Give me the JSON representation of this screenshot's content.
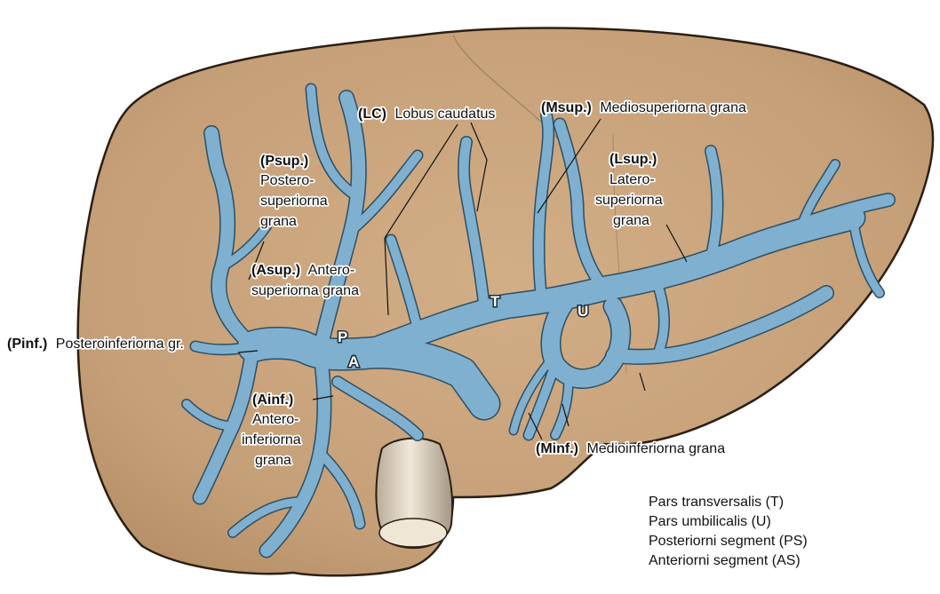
{
  "labels": {
    "lc": {
      "abbr": "(LC)",
      "text": "Lobus caudatus"
    },
    "msup": {
      "abbr": "(Msup.)",
      "text": "Mediosuperiorna grana"
    },
    "psup": {
      "abbr": "(Psup.)",
      "lines": [
        "Postero-",
        "superiorna",
        "grana"
      ]
    },
    "lsup": {
      "abbr": "(Lsup.)",
      "lines": [
        "Latero-",
        "superiorna",
        "grana"
      ]
    },
    "asup": {
      "abbr": "(Asup.)",
      "text": "Antero-",
      "line2": "superiorna grana"
    },
    "pinf": {
      "abbr": "(Pinf.)",
      "text": "Posteroinferiorna gr."
    },
    "ainf": {
      "abbr": "(Ainf.)",
      "lines": [
        "Antero-",
        "inferiorna",
        "grana"
      ]
    },
    "minf": {
      "abbr": "(Minf.)",
      "text": "Medioinferiorna grana"
    }
  },
  "letters": {
    "t": "T",
    "u": "U",
    "p": "P",
    "a": "A"
  },
  "legend": [
    "Pars transversalis (T)",
    "Pars umbilicalis (U)",
    "Posteriorni segment (PS)",
    "Anteriorni segment (AS)"
  ],
  "colors": {
    "liver": "#c9a47c",
    "vein": "#7fb0cf",
    "gallbladder": "#e8ddcc"
  }
}
